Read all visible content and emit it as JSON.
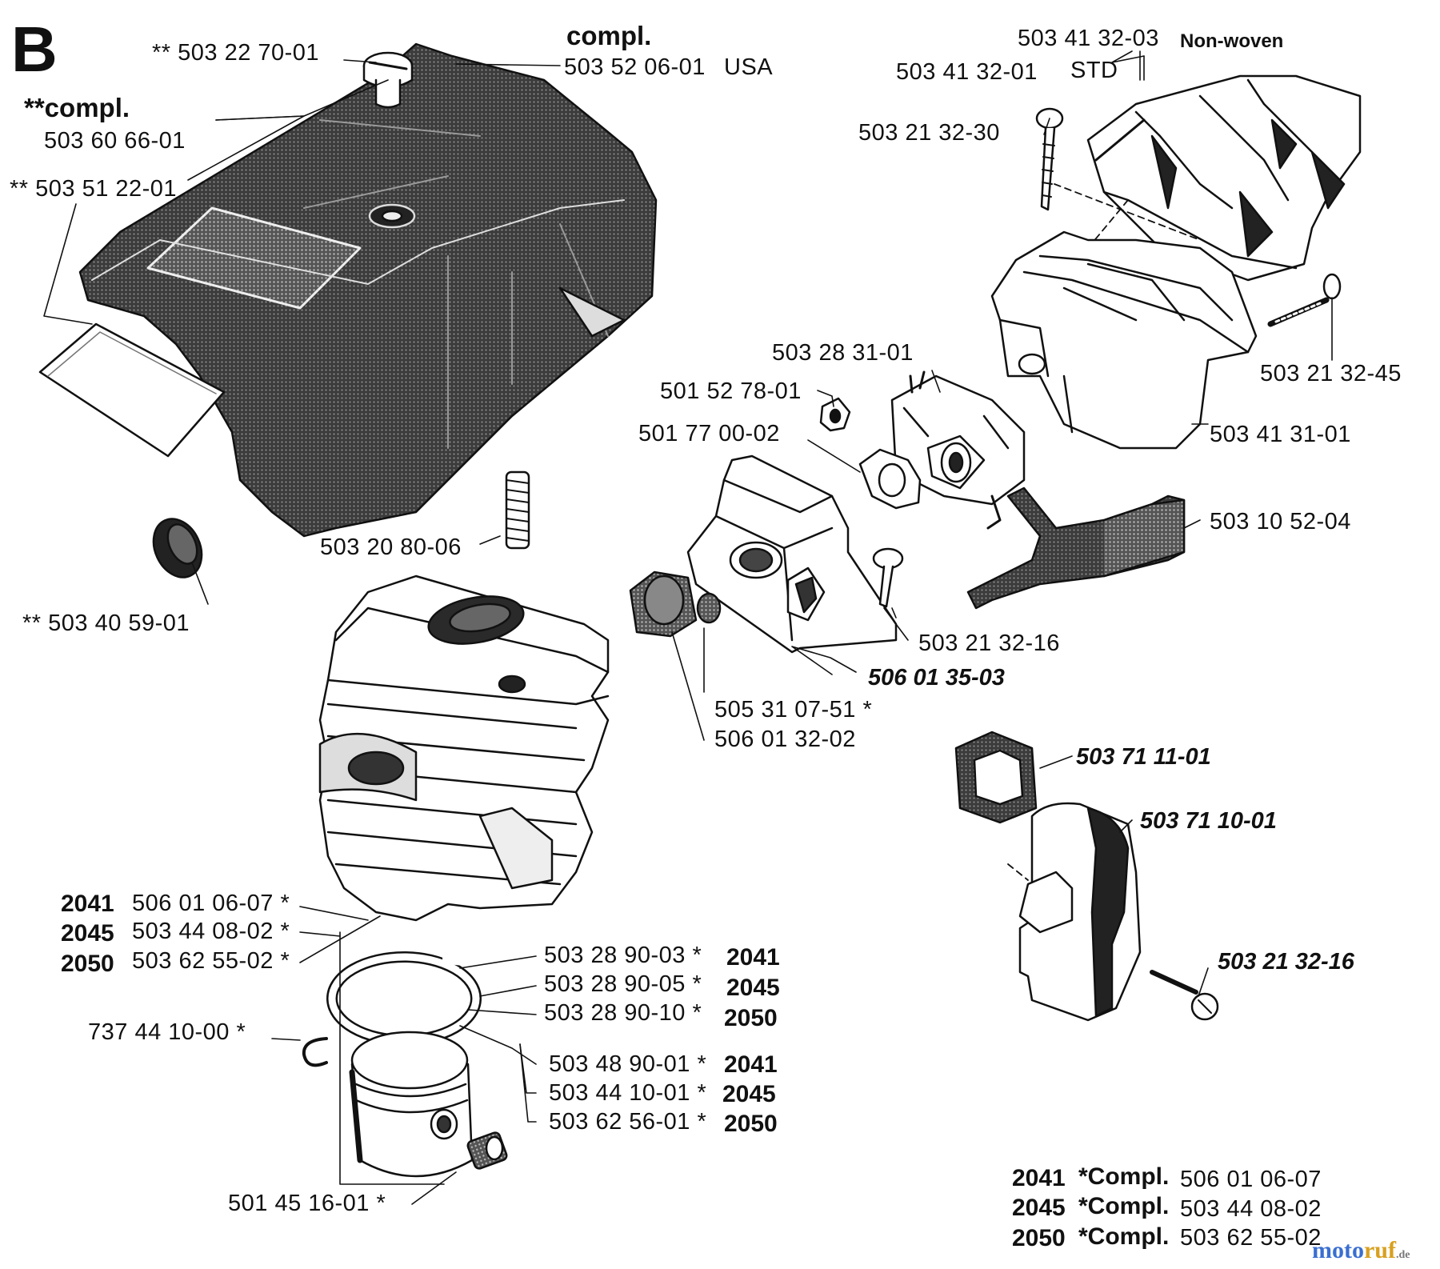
{
  "section": "B",
  "labels": {
    "top_left_pn1": "** 503 22 70-01",
    "compl": "compl.",
    "cover_pn": "503 52 06-01",
    "usa": "USA",
    "compl2": "**compl.",
    "pn_6066": "503 60 66-01",
    "pn_5122": "** 503 51 22-01",
    "pn_2080": "503 20 80-06",
    "pn_4059": "** 503 40 59-01",
    "filter_a": "503 41 32-03",
    "nonwoven": "Non-woven",
    "filter_b": "503 41 32-01",
    "std": "STD",
    "screw_30": "503 21 32-30",
    "screw_45": "503 21 32-45",
    "housing": "503 41 31-01",
    "carb": "503 28 31-01",
    "nut": "501 52 78-01",
    "gasket": "501 77 00-02",
    "rod": "503 10 52-04",
    "screw_16a": "503 21 32-16",
    "manifold": "506 01 35-03",
    "bush1": "505 31 07-51 *",
    "bush2": "506 01 32-02",
    "grom1": "503 71 11-01",
    "grom2": "503 71 10-01",
    "screw_16b": "503 21 32-16",
    "cyl_2041_model": "2041",
    "cyl_2041_pn": "506 01 06-07 *",
    "cyl_2045_model": "2045",
    "cyl_2045_pn": "503 44 08-02 *",
    "cyl_2050_model": "2050",
    "cyl_2050_pn": "503 62 55-02 *",
    "ring_1": "503 28 90-03 *",
    "ring_1_model": "2041",
    "ring_2": "503 28 90-05 *",
    "ring_2_model": "2045",
    "ring_3": "503 28 90-10 *",
    "ring_3_model": "2050",
    "circlip": "737 44 10-00 *",
    "piston_1": "503 48 90-01 *",
    "piston_1_model": "2041",
    "piston_2": "503 44 10-01 *",
    "piston_2_model": "2045",
    "piston_3": "503 62 56-01 *",
    "piston_3_model": "2050",
    "bearing": "501 45 16-01 *"
  },
  "complete_sets": [
    {
      "model": "2041",
      "label": "*Compl.",
      "pn": "506 01 06-07"
    },
    {
      "model": "2045",
      "label": "*Compl.",
      "pn": "503 44 08-02"
    },
    {
      "model": "2050",
      "label": "*Compl.",
      "pn": "503 62 55-02"
    }
  ],
  "watermark": {
    "a": "moto",
    "b": "ruf",
    "c": ".de"
  },
  "colors": {
    "ink": "#111111",
    "paper": "#ffffff",
    "shade": "#4a4a4a",
    "wm_blue": "#3a6fd0",
    "wm_gold": "#d8a020"
  }
}
